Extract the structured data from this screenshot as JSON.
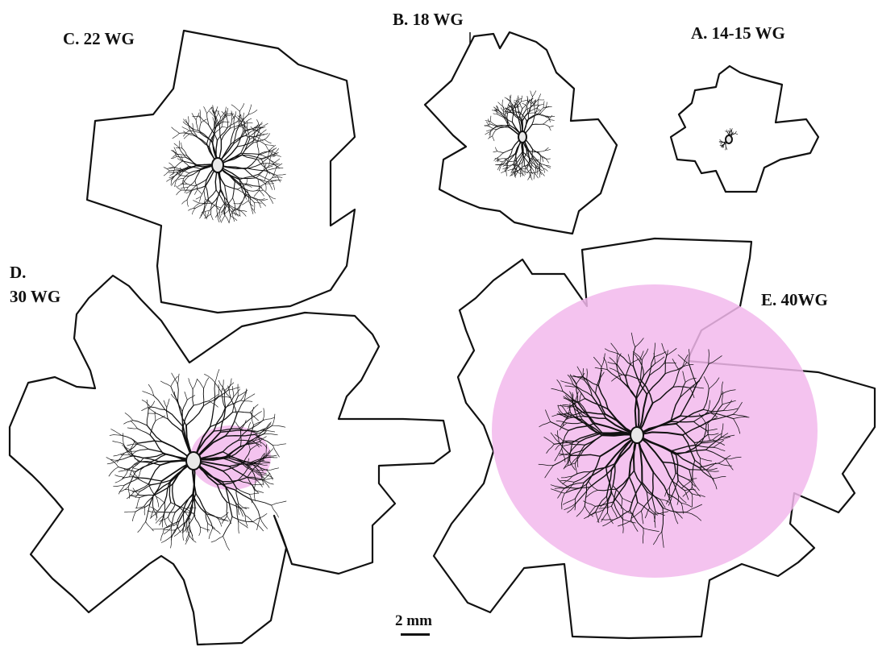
{
  "panels": {
    "a": {
      "label": "A.  14-15 WG",
      "tint": null
    },
    "b": {
      "label": "B. 18 WG",
      "tint": null
    },
    "c": {
      "label": "C.  22 WG",
      "tint": null
    },
    "d": {
      "label_line1": "D.",
      "label_line2": "30 WG",
      "tint": "#f2b8ec"
    },
    "e": {
      "label": "E.  40WG",
      "tint": "#f2b8ec"
    }
  },
  "scale_bar": {
    "label": "2 mm"
  },
  "colors": {
    "line": "#111111",
    "vascularized_zone": "#f2b8ec",
    "background": "#ffffff"
  }
}
